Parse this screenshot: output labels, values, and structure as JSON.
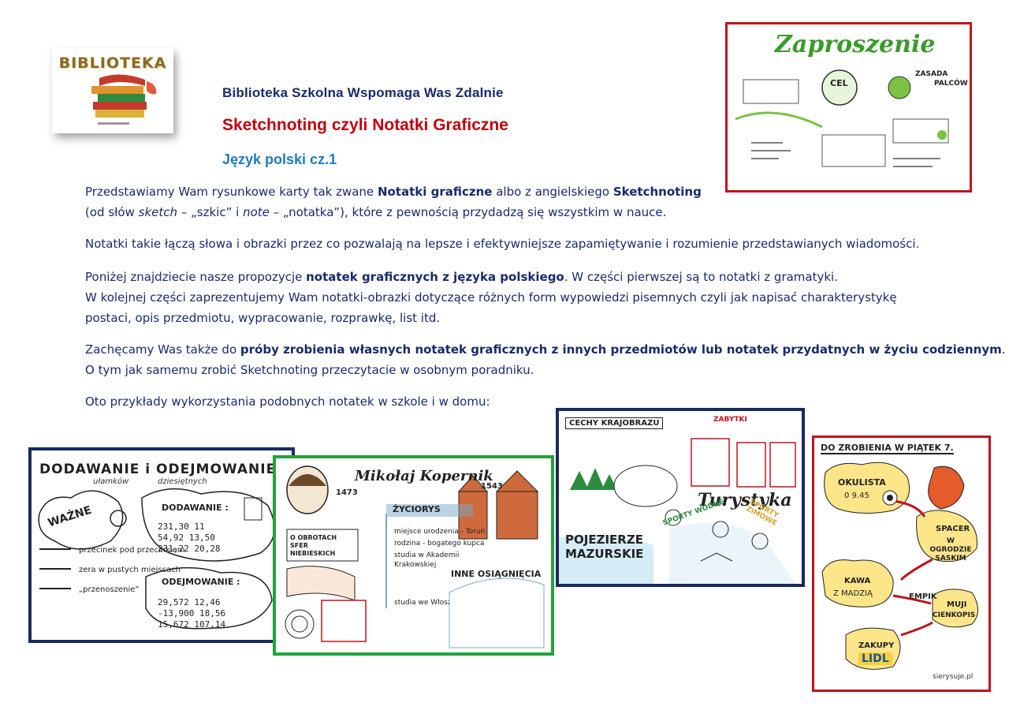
{
  "logo": {
    "title": "BIBLIOTEKA"
  },
  "header": {
    "title": "Biblioteka Szkolna Wspomaga Was Zdalnie",
    "subtitle": "Sketchnoting czyli Notatki Graficzne",
    "section": "Język polski cz.1"
  },
  "paragraphs": {
    "p1": {
      "a": "Przedstawiamy Wam rysunkowe karty tak zwane ",
      "b": "Notatki graficzne",
      "c": " albo z angielskiego ",
      "d": "Sketchnoting",
      "e": "(od słów ",
      "f": "sketch",
      "g": " – „szkic” i ",
      "h": "note",
      "i": " – „notatka”), które z pewnością przydadzą się wszystkim w nauce."
    },
    "p2": "Notatki takie łączą słowa i obrazki przez co pozwalają na lepsze i efektywniejsze zapamiętywanie i rozumienie przedstawianych wiadomości.",
    "p3": {
      "a": "Poniżej znajdziecie nasze propozycje ",
      "b": "notatek graficznych z języka polskiego",
      "c": ". W części pierwszej są to notatki z gramatyki.",
      "d": "W kolejnej części zaprezentujemy Wam notatki-obrazki dotyczące różnych form wypowiedzi pisemnych czyli jak napisać charakterystykę",
      "e": "postaci, opis przedmiotu, wypracowanie, rozprawkę, list itd."
    },
    "p4": {
      "a": "Zachęcamy Was także do ",
      "b": "próby zrobienia własnych notatek graficznych z innych przedmiotów lub notatek przydatnych w życiu codziennym",
      "c": ".",
      "d": "O tym jak samemu zrobić Sketchnoting przeczytacie w osobnym poradniku."
    },
    "p5": "Oto przykłady wykorzystania podobnych notatek w szkole i w domu:"
  },
  "cards": {
    "zaproszenie": {
      "title": "Zaproszenie",
      "cel": "CEL",
      "zasada": "ZASADA",
      "palcow": "PALCÓW"
    },
    "matematyka": {
      "title": "DODAWANIE i ODEJMOWANIE",
      "sub1": "ułamków",
      "sub2": "dziesiętnych",
      "wazne": "WAŻNE",
      "dodawanie": "DODAWANIE :",
      "odejmowanie": "ODEJMOWANIE :"
    },
    "kopernik": {
      "title": "Mikołaj Kopernik",
      "y1": "1473",
      "y2": "1543",
      "zyciorys": "ŻYCIORYS",
      "osiagniecia": "INNE OSIĄGNIĘCIA",
      "book": "O OBROTACH SFER NIEBIESKICH"
    },
    "mazury": {
      "cechy": "CECHY KRAJOBRAZU",
      "zabytki": "ZABYTKI",
      "turystyka": "Turystyka",
      "pojezierze": "POJEZIERZE MAZURSKIE",
      "sporty_wodne": "SPORTY WODNE",
      "sporty_zimowe": "SPORTY ZIMOWE"
    },
    "piatek": {
      "title": "DO ZROBIENIA W PIĄTEK 7.",
      "okulista": "OKULISTA",
      "time": "0 9.45",
      "spacer": "SPACER",
      "ogrod": "W OGRODZIE SASKIM",
      "kawa": "KAWA",
      "madzia": "Z MADZIĄ",
      "empik": "EMPIK",
      "muji": "MUJI",
      "cienkopis": "CIENKOPIS",
      "zakupy": "ZAKUPY",
      "lidl": "LIDL",
      "sign": "sierysuje.pl"
    }
  },
  "colors": {
    "navy": "#1a2a6c",
    "red": "#c0000c",
    "blue": "#1f7bbf",
    "card_red": "#c0141e",
    "card_navy": "#1a2a5e",
    "card_green": "#22a33a"
  }
}
